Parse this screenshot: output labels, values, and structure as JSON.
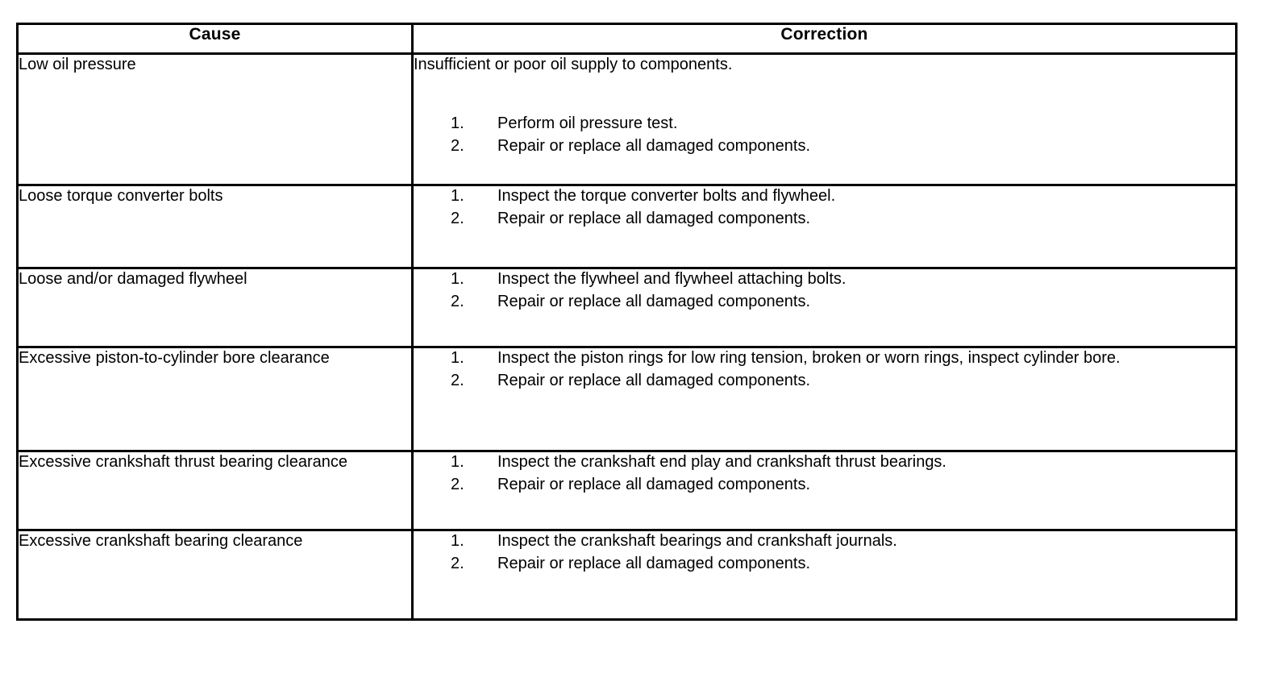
{
  "table": {
    "headers": {
      "cause": "Cause",
      "correction": "Correction"
    },
    "rows": [
      {
        "cause": "Low oil pressure",
        "lead": "Insufficient or poor oil supply to components.",
        "steps": [
          {
            "num": "1.",
            "text": "Perform oil pressure test."
          },
          {
            "num": "2.",
            "text": "Repair or replace all damaged components."
          }
        ]
      },
      {
        "cause": "Loose torque converter bolts",
        "lead": "",
        "steps": [
          {
            "num": "1.",
            "text": "Inspect the torque converter bolts and flywheel."
          },
          {
            "num": "2.",
            "text": "Repair or replace all damaged components."
          }
        ]
      },
      {
        "cause": "Loose and/or damaged flywheel",
        "lead": "",
        "steps": [
          {
            "num": "1.",
            "text": "Inspect the flywheel and flywheel attaching bolts."
          },
          {
            "num": "2.",
            "text": "Repair or replace all damaged components."
          }
        ]
      },
      {
        "cause": "Excessive piston-to-cylinder bore clearance",
        "lead": "",
        "steps": [
          {
            "num": "1.",
            "text": "Inspect the piston rings for low ring tension, broken or worn rings, inspect cylinder bore."
          },
          {
            "num": "2.",
            "text": "Repair or replace all damaged components."
          }
        ]
      },
      {
        "cause": "Excessive crankshaft thrust bearing clearance",
        "lead": "",
        "steps": [
          {
            "num": "1.",
            "text": "Inspect the crankshaft end play and crankshaft thrust bearings."
          },
          {
            "num": "2.",
            "text": "Repair or replace all damaged components."
          }
        ]
      },
      {
        "cause": "Excessive crankshaft bearing clearance",
        "lead": "",
        "steps": [
          {
            "num": "1.",
            "text": "Inspect the crankshaft bearings and crankshaft journals."
          },
          {
            "num": "2.",
            "text": "Repair or replace all damaged components."
          }
        ]
      }
    ]
  },
  "colors": {
    "border": "#000000",
    "text": "#000000",
    "background": "#ffffff"
  }
}
